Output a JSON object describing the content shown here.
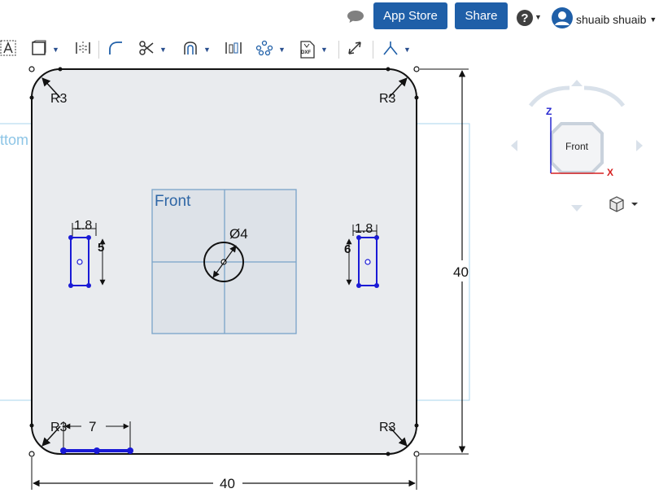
{
  "header": {
    "app_store_label": "App Store",
    "share_label": "Share",
    "help_icon": "question-circle-icon",
    "chat_icon": "comment-icon",
    "user_name": "shuaib shuaib"
  },
  "toolbar": {
    "tools": [
      {
        "name": "text-tool",
        "icon": "text-A-icon"
      },
      {
        "name": "construction-tool",
        "icon": "square-outline-icon"
      },
      {
        "name": "mirror-tool",
        "icon": "mirror-line-icon"
      },
      {
        "name": "fillet-tool",
        "icon": "fillet-arc-icon"
      },
      {
        "name": "trim-tool",
        "icon": "scissors-icon"
      },
      {
        "name": "offset-tool",
        "icon": "offset-icon"
      },
      {
        "name": "pattern-tool",
        "icon": "linear-pattern-icon"
      },
      {
        "name": "circular-pattern-tool",
        "icon": "circular-pattern-icon"
      },
      {
        "name": "dxf-import-tool",
        "icon": "dxf-file-icon"
      },
      {
        "name": "dimension-tool",
        "icon": "dimension-arrow-icon"
      },
      {
        "name": "constraint-tool",
        "icon": "constraint-icon"
      }
    ],
    "dxf_label": "DXF"
  },
  "sketch": {
    "plane_bottom_label": "Bottom",
    "plane_front_label": "Front",
    "corner_radius_labels": [
      "R3",
      "R3",
      "R3",
      "R3"
    ],
    "hole_diameter_label": "Ø4",
    "width_dim": "40",
    "height_dim": "40",
    "slot_offset_dim": "7",
    "left_slot_width": "1.8",
    "right_slot_width": "1.8",
    "left_slot_height": "5",
    "right_slot_height": "6"
  },
  "view_cube": {
    "face_label": "Front",
    "z_axis": "Z",
    "x_axis": "X",
    "view_menu_icon": "cube-icon"
  }
}
